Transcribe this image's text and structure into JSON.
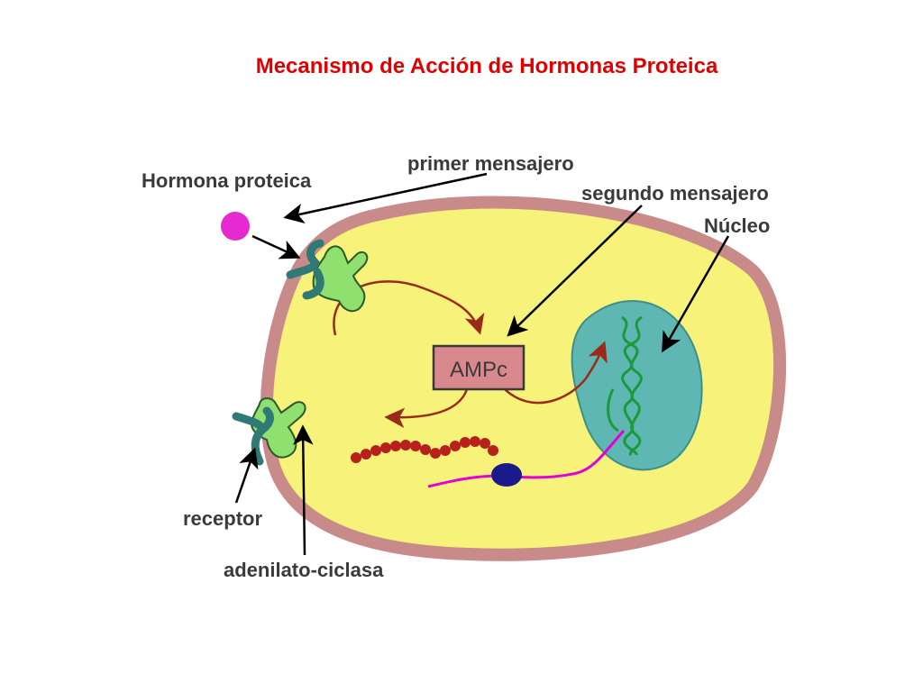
{
  "title": "Mecanismo de Acción de Hormonas Proteica",
  "labels": {
    "hormona": "Hormona proteica",
    "primer": "primer mensajero",
    "segundo": "segundo mensajero",
    "nucleo": "Núcleo",
    "ampc": "AMPc",
    "receptor": "receptor",
    "adenilato": "adenilato-ciclasa"
  },
  "colors": {
    "title": "#e00000",
    "membrane": "#c98a8a",
    "cytoplasm": "#f7f27a",
    "nucleus": "#5fb7b4",
    "hormone": "#e62ad2",
    "receptor": "#2f7a74",
    "cyclase": "#8fe06e",
    "ampc_box": "#d9898d",
    "pathway": "#9a2a1a",
    "chain": "#b8201c",
    "dna": "#1a9a3a",
    "mrna": "#e000d8",
    "ribosome": "#1a1a8c"
  }
}
